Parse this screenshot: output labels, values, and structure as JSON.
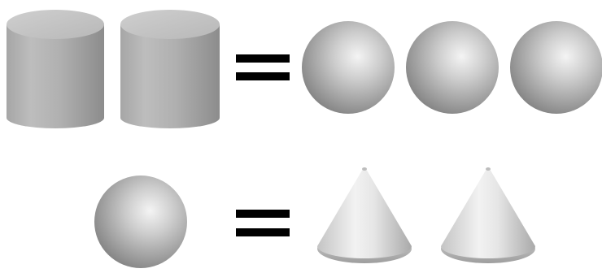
{
  "puzzle": {
    "rows": [
      {
        "left": [
          {
            "shape": "cylinder"
          },
          {
            "shape": "cylinder"
          }
        ],
        "operator": "equals",
        "right": [
          {
            "shape": "sphere"
          },
          {
            "shape": "sphere"
          },
          {
            "shape": "sphere"
          }
        ]
      },
      {
        "left": [
          {
            "shape": "sphere"
          }
        ],
        "operator": "equals",
        "right": [
          {
            "shape": "cone"
          },
          {
            "shape": "cone"
          }
        ]
      }
    ]
  },
  "colors": {
    "background": "#ffffff",
    "equals_sign": "#000000",
    "shape_light": "#efefef",
    "shape_mid": "#b4b4b4",
    "shape_dark": "#7c7c7c"
  }
}
